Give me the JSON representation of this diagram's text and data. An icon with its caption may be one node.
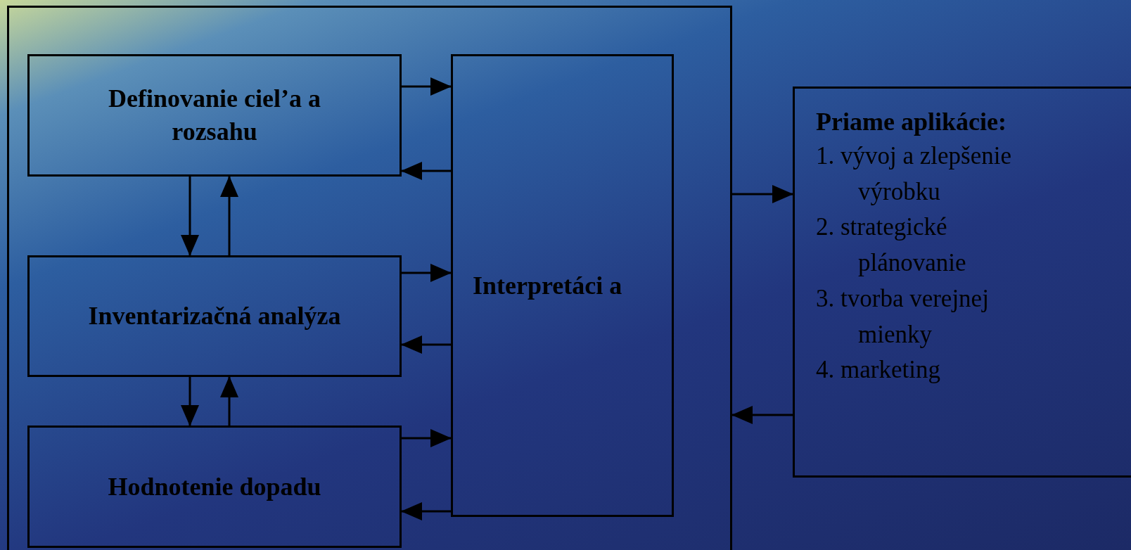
{
  "diagram": {
    "nodes": [
      {
        "text": [],
        "shape": "box"
      },
      {
        "text": [
          "Definovanie ciel’a a rozsahu"
        ],
        "in": 0
      },
      {
        "text": [
          "Inventarizačná analýza"
        ],
        "in": 0
      },
      {
        "text": [
          "Hodnotenie dopadu"
        ],
        "in": 0
      },
      {
        "text": [
          "Interpretáci a"
        ],
        "in": 0
      },
      {
        "text": [
          "Priame aplikácie:",
          "1. vývoj a zlepšenie výrobku",
          "2. strategické plánovanie",
          "3. tvorba verejnej mienky",
          "4. marketing"
        ]
      }
    ],
    "edges": [
      {
        "from": 1,
        "to": 4,
        "arrow": "to"
      },
      {
        "from": 4,
        "to": 1,
        "arrow": "to"
      },
      {
        "from": 1,
        "to": 2,
        "arrow": "to"
      },
      {
        "from": 2,
        "to": 1,
        "arrow": "to"
      },
      {
        "from": 2,
        "to": 4,
        "arrow": "to"
      },
      {
        "from": 4,
        "to": 2,
        "arrow": "to"
      },
      {
        "from": 2,
        "to": 3,
        "arrow": "to"
      },
      {
        "from": 3,
        "to": 2,
        "arrow": "to"
      },
      {
        "from": 3,
        "to": 4,
        "arrow": "to"
      },
      {
        "from": 4,
        "to": 3,
        "arrow": "to"
      },
      {
        "from": 0,
        "to": 5,
        "arrow": "to"
      },
      {
        "from": 5,
        "to": 0,
        "arrow": "to"
      }
    ]
  }
}
